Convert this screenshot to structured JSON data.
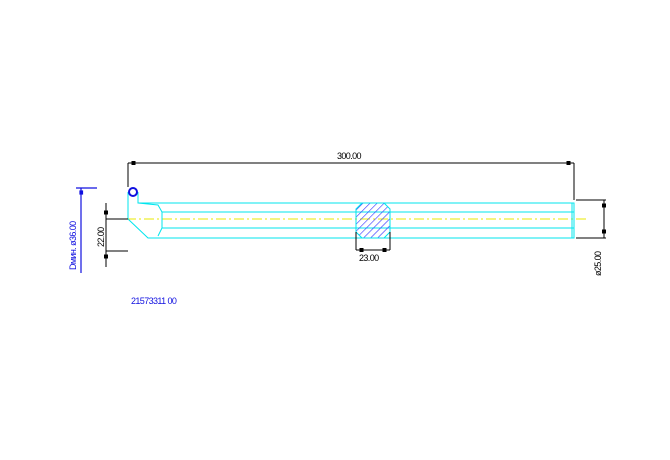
{
  "dimensions": {
    "length": "300.00",
    "section_width": "23.00",
    "end_diameter": "ø25.00",
    "offset": "22.00",
    "min_diameter_label": "Dмин. ø36.00"
  },
  "part_number": "21573311 00",
  "colors": {
    "outline": "#00e5ee",
    "dim": "#000000",
    "blue": "#1010e0",
    "center": "#e8e800",
    "hatch": "#3030ff"
  }
}
